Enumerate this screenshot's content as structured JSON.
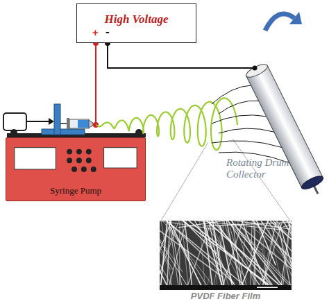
{
  "diagram": {
    "nodes": [
      {
        "text": [
          "High Voltage"
        ]
      },
      {
        "text": [
          "Syringe Pump"
        ]
      },
      {
        "text": [
          "Rotating Drum Collector"
        ]
      },
      {
        "text": [
          "PVDF Fiber Film"
        ]
      }
    ],
    "edges": [
      {
        "from": 0,
        "to": 2,
        "arrow": "none"
      }
    ],
    "labels": [
      "+",
      "-"
    ]
  }
}
